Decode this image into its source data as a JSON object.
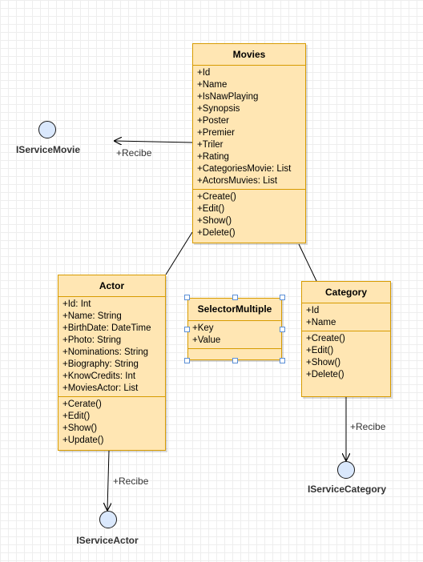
{
  "classes": {
    "movies": {
      "title": "Movies",
      "attributes": [
        "+Id",
        "+Name",
        "+IsNawPlaying",
        "+Synopsis",
        "+Poster",
        "+Premier",
        "+Triler",
        "+Rating",
        "+CategoriesMovie: List",
        "+ActorsMuvies: List"
      ],
      "methods": [
        "+Create()",
        "+Edit()",
        "+Show()",
        "+Delete()"
      ]
    },
    "actor": {
      "title": "Actor",
      "attributes": [
        "+Id: Int",
        "+Name: String",
        "+BirthDate: DateTime",
        "+Photo: String",
        "+Nominations: String",
        "+Biography: String",
        "+KnowCredits: Int",
        "+MoviesActor: List"
      ],
      "methods": [
        "+Cerate()",
        "+Edit()",
        "+Show()",
        "+Update()"
      ]
    },
    "selector": {
      "title": "SelectorMultiple",
      "attributes": [
        "+Key",
        "+Value"
      ]
    },
    "category": {
      "title": "Category",
      "attributes": [
        "+Id",
        "+Name"
      ],
      "methods": [
        "+Create()",
        "+Edit()",
        "+Show()",
        "+Delete()"
      ]
    }
  },
  "interfaces": {
    "movie": "IServiceMovie",
    "actor": "IServiceActor",
    "category": "IServiceCategory"
  },
  "edges": {
    "movie_label": "+Recibe",
    "actor_label": "+Recibe",
    "category_label": "+Recibe"
  },
  "colors": {
    "class_fill": "#ffe6b3",
    "class_stroke": "#d79b00",
    "interface_fill": "#dae8fc",
    "selection_handle": "#5b8fd6"
  }
}
